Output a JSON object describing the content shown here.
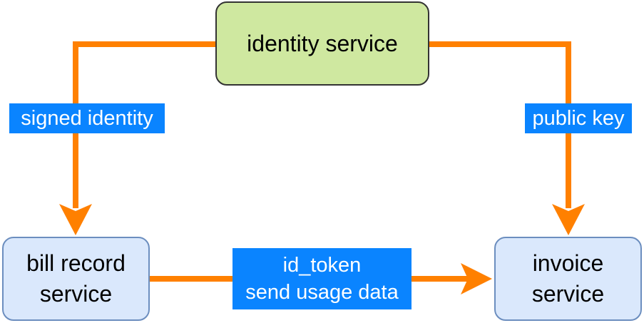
{
  "nodes": {
    "identity": {
      "label": "identity service"
    },
    "bill": {
      "label": "bill record\nservice"
    },
    "invoice": {
      "label": "invoice\nservice"
    }
  },
  "edges": {
    "identity_to_bill": {
      "label": "signed identity"
    },
    "identity_to_invoice": {
      "label": "public key"
    },
    "bill_to_invoice": {
      "label": "id_token\nsend usage data"
    }
  },
  "colors": {
    "edge": "#ff8000",
    "label_bg": "#0a84ff",
    "identity_fill": "#cfe8a0",
    "service_fill": "#dae8fc",
    "service_border": "#6c8ebf"
  }
}
